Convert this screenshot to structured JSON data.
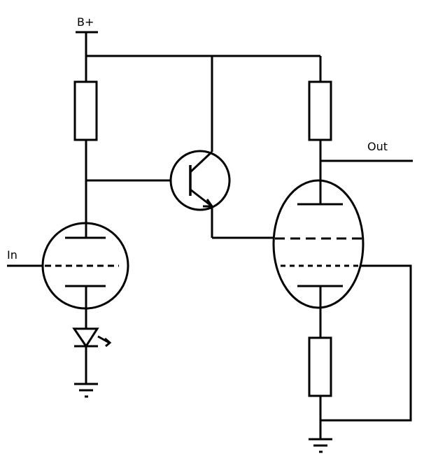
{
  "labels": {
    "supply": "B+",
    "input": "In",
    "output": "Out"
  },
  "colors": {
    "stroke": "#000000",
    "background": "#ffffff"
  },
  "components": [
    "resistor-left-anode",
    "resistor-right-anode",
    "resistor-right-cathode",
    "triode-left",
    "pentode-right",
    "npn-transistor",
    "led",
    "ground-left",
    "ground-right"
  ]
}
